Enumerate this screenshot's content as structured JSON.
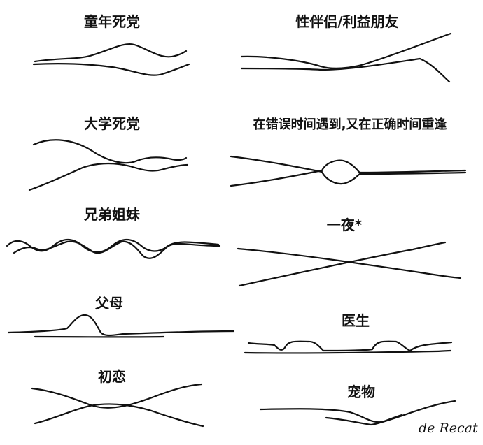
{
  "panels": {
    "childhood": {
      "label": "童年死党"
    },
    "college": {
      "label": "大学死党"
    },
    "siblings": {
      "label": "兄弟姐妹"
    },
    "parents": {
      "label": "父母"
    },
    "first_love": {
      "label": "初恋"
    },
    "partner": {
      "label": "性伴侣/利益朋友"
    },
    "reunion": {
      "label": "在错误时间遇到,又在正确时间重逢"
    },
    "one_night": {
      "label": "一夜*"
    },
    "doctor": {
      "label": "医生"
    },
    "pet": {
      "label": "宠物"
    }
  },
  "signature": "de Recat"
}
